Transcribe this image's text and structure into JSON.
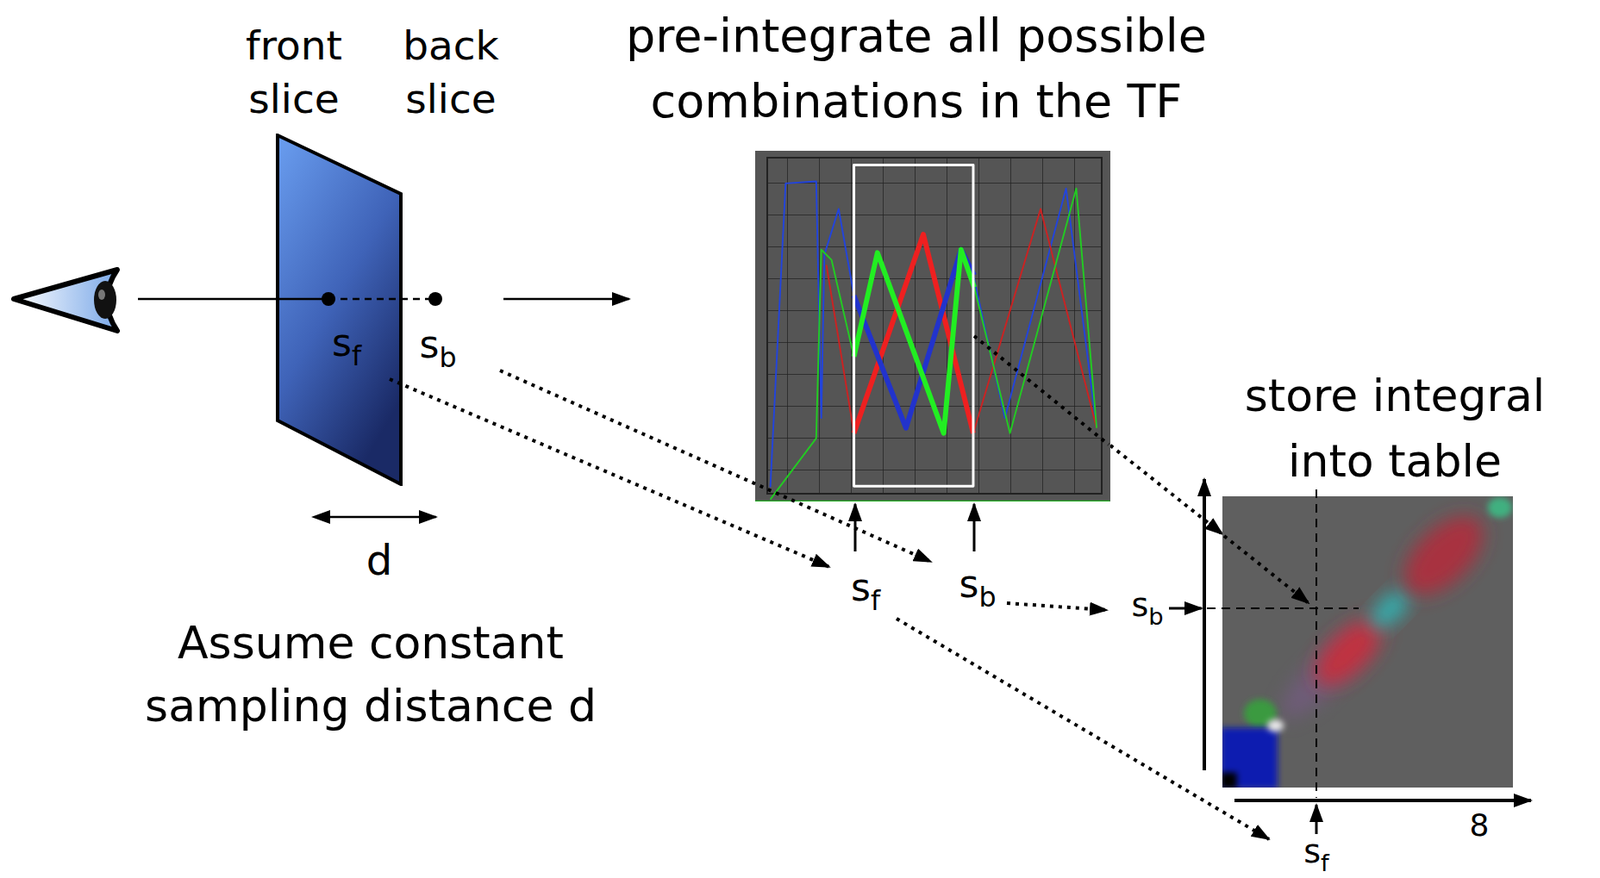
{
  "diagram": {
    "nodes": [
      {
        "text": [
          "front slice",
          "sf"
        ]
      },
      {
        "text": [
          "back slice",
          "sb"
        ]
      },
      {
        "text": [
          "pre-integrate all possible combinations in the TF"
        ]
      },
      {
        "text": [
          "store integral into table"
        ]
      }
    ],
    "edges": [
      {
        "from": 2,
        "to": 3,
        "arrow": "to"
      }
    ],
    "labels": [
      "d",
      "Assume constant sampling distance d",
      "sf",
      "sb",
      "sb",
      "sf",
      "8"
    ]
  }
}
